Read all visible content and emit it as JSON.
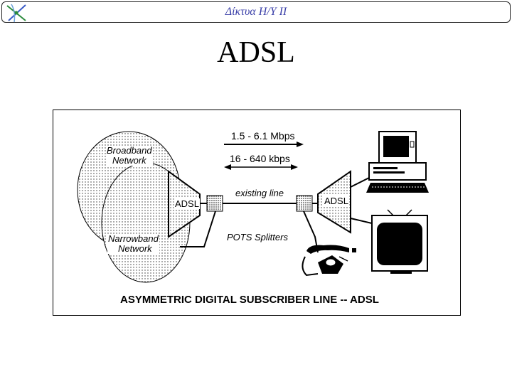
{
  "header": {
    "title": "Δίκτυα Η/Υ ΙΙ"
  },
  "slide": {
    "title": "ADSL"
  },
  "figure": {
    "labels": {
      "downstream_rate": "1.5 - 6.1 Mbps",
      "upstream_rate": "16 - 640 kbps",
      "broadband_network": [
        "Broadband",
        "Network"
      ],
      "narrowband_network": [
        "Narrowband",
        "Network"
      ],
      "adsl_left": "ADSL",
      "adsl_right": "ADSL",
      "existing_line": "existing line",
      "pots_splitters": "POTS Splitters",
      "caption": "ASYMMETRIC DIGITAL SUBSCRIBER LINE -- ADSL"
    }
  }
}
